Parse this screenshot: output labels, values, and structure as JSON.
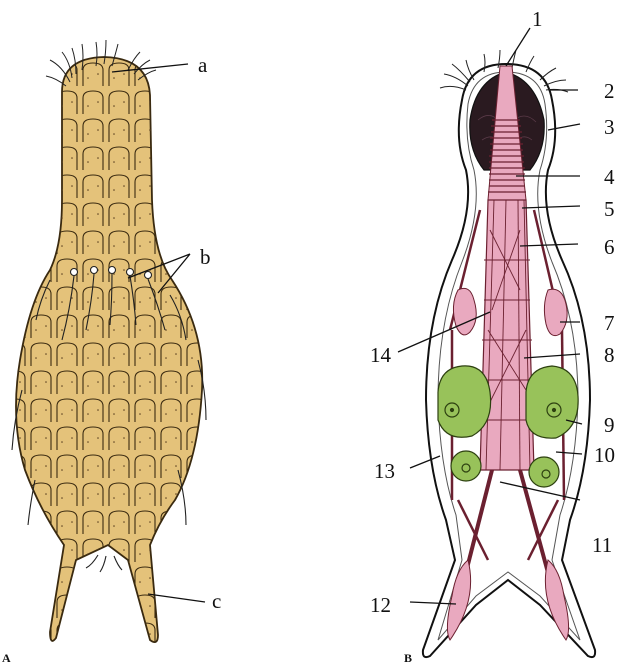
{
  "figure": {
    "panel_a": {
      "caption": "A",
      "labels": [
        "a",
        "b",
        "c"
      ]
    },
    "panel_b": {
      "caption": "B",
      "labels": [
        "1",
        "2",
        "3",
        "4",
        "5",
        "6",
        "7",
        "8",
        "9",
        "10",
        "11",
        "12",
        "13",
        "14"
      ]
    }
  },
  "colors": {
    "body_fill": "#e4c27a",
    "body_outline": "#3a2a10",
    "muscle_pink": "#e9a9bf",
    "muscle_dark": "#6b2030",
    "gonad_green": "#98c25a",
    "gonad_outline": "#2d4010",
    "pharynx_dark": "#2a1a20",
    "ink": "#111111"
  }
}
